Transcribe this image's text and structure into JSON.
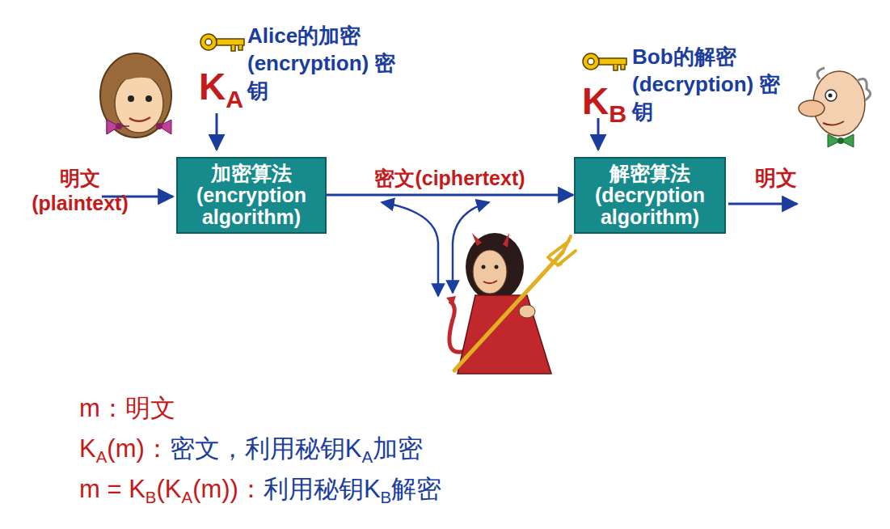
{
  "diagram": {
    "nodes": [
      {
        "text": [
          "加密算法 (encryption algorithm)"
        ]
      },
      {
        "text": [
          "解密算法 (decryption algorithm)"
        ]
      }
    ],
    "edges": [
      {
        "from": 0,
        "to": 1,
        "label": "密文(ciphertext)",
        "arrow": "to"
      }
    ],
    "labels": [
      "K",
      "A",
      "Alice的加密 (encryption) 密钥",
      "K",
      "B",
      "Bob的解密 (decryption) 密钥",
      "明文 (plaintext)",
      "明文",
      "m：明文",
      "K",
      "A",
      "(m)：",
      "密文，利用秘钥K",
      "A",
      "加密",
      "m = K",
      "B",
      "(K",
      "A",
      "(m))：",
      "利用秘钥K",
      "B",
      "解密"
    ]
  }
}
